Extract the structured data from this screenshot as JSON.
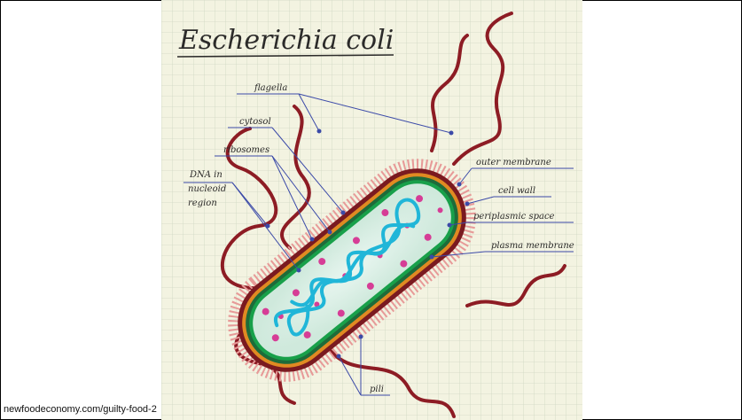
{
  "title": "Escherichia coli",
  "labels": {
    "flagella": "flagella",
    "cytosol": "cytosol",
    "ribosomes": "ribosomes",
    "dna_line1": "DNA in",
    "dna_line2": "nucleoid",
    "dna_line3": "region",
    "outer_membrane": "outer membrane",
    "cell_wall": "cell wall",
    "periplasmic_space": "periplasmic space",
    "plasma_membrane": "plasma membrane",
    "pili": "pili"
  },
  "source": "newfoodeconomy.com/guilty-food-2",
  "colors": {
    "paper": "#f3f3e1",
    "grid": "#cfd6c2",
    "outer_membrane": "#7a1a20",
    "cell_wall": "#e08a22",
    "periplasm": "#1e6b3a",
    "plasma_membrane": "#18a04a",
    "cytosol": "#dff0ea",
    "ribosome": "#d63d96",
    "dna": "#20b6d8",
    "pointer": "#3b4aa8"
  }
}
